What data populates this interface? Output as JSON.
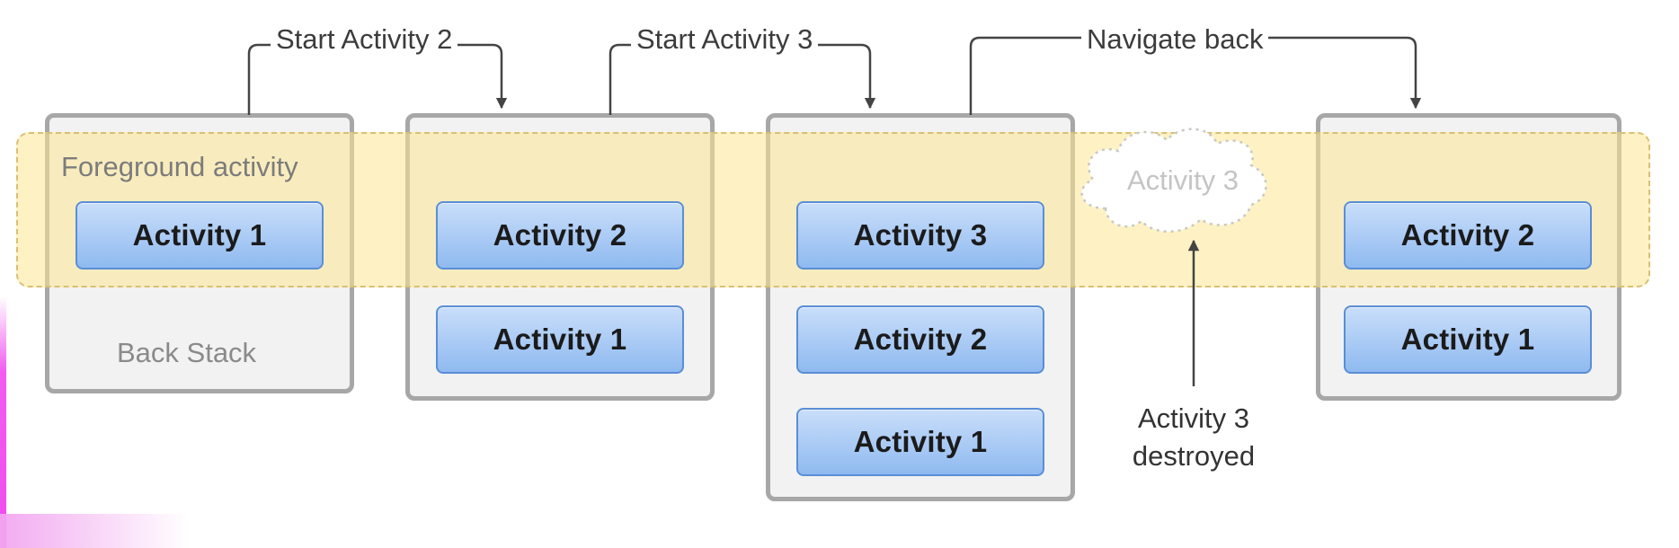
{
  "colors": {
    "accent_gradient_top": "#c9defa",
    "accent_gradient_bottom": "#8fbaf0",
    "foreground_band": "#fde794",
    "stack_border": "#a7a7a7",
    "stack_fill": "#f2f2f2"
  },
  "labels": {
    "start_activity_2": "Start Activity 2",
    "start_activity_3": "Start Activity 3",
    "navigate_back": "Navigate back",
    "foreground_activity": "Foreground activity",
    "back_stack": "Back Stack",
    "destroyed_activity": "Activity 3",
    "destroyed_caption_line1": "Activity 3",
    "destroyed_caption_line2": "destroyed"
  },
  "stacks": [
    {
      "activities": [
        "Activity 1"
      ]
    },
    {
      "activities": [
        "Activity 2",
        "Activity 1"
      ]
    },
    {
      "activities": [
        "Activity 3",
        "Activity 2",
        "Activity 1"
      ]
    },
    {
      "activities": [
        "Activity 2",
        "Activity 1"
      ]
    }
  ]
}
